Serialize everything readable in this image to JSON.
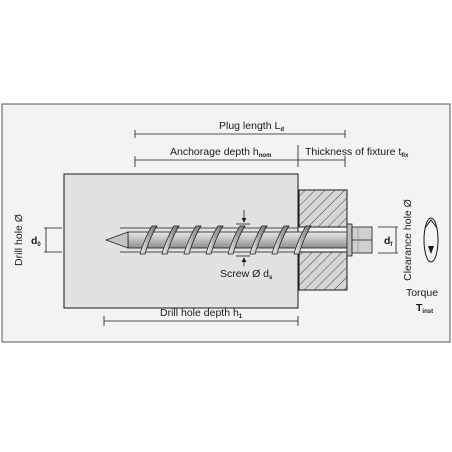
{
  "labels": {
    "plug_length": "Plug length L",
    "plug_length_sub": "d",
    "anchorage_depth": "Anchorage depth h",
    "anchorage_depth_sub": "nom",
    "fixture_thickness": "Thickness of fixture t",
    "fixture_thickness_sub": "fix",
    "drill_hole_dia": "Drill hole Ø",
    "d0": "d",
    "d0_sub": "0",
    "screw_dia": "Screw Ø d",
    "screw_dia_sub": "s",
    "drill_depth": "Drill hole depth h",
    "drill_depth_sub": "1",
    "clearance_hole": "Clearance hole Ø",
    "df": "d",
    "df_sub": "f",
    "torque": "Torque",
    "torque_symbol": "T",
    "torque_sub": "inst"
  },
  "colors": {
    "background": "#ffffff",
    "frame_bg": "#f3f3f3",
    "concrete": "#e2e2e2",
    "fixture": "#d4d4d4",
    "screw": "#c9c9c9",
    "line": "#1a1a1a"
  }
}
